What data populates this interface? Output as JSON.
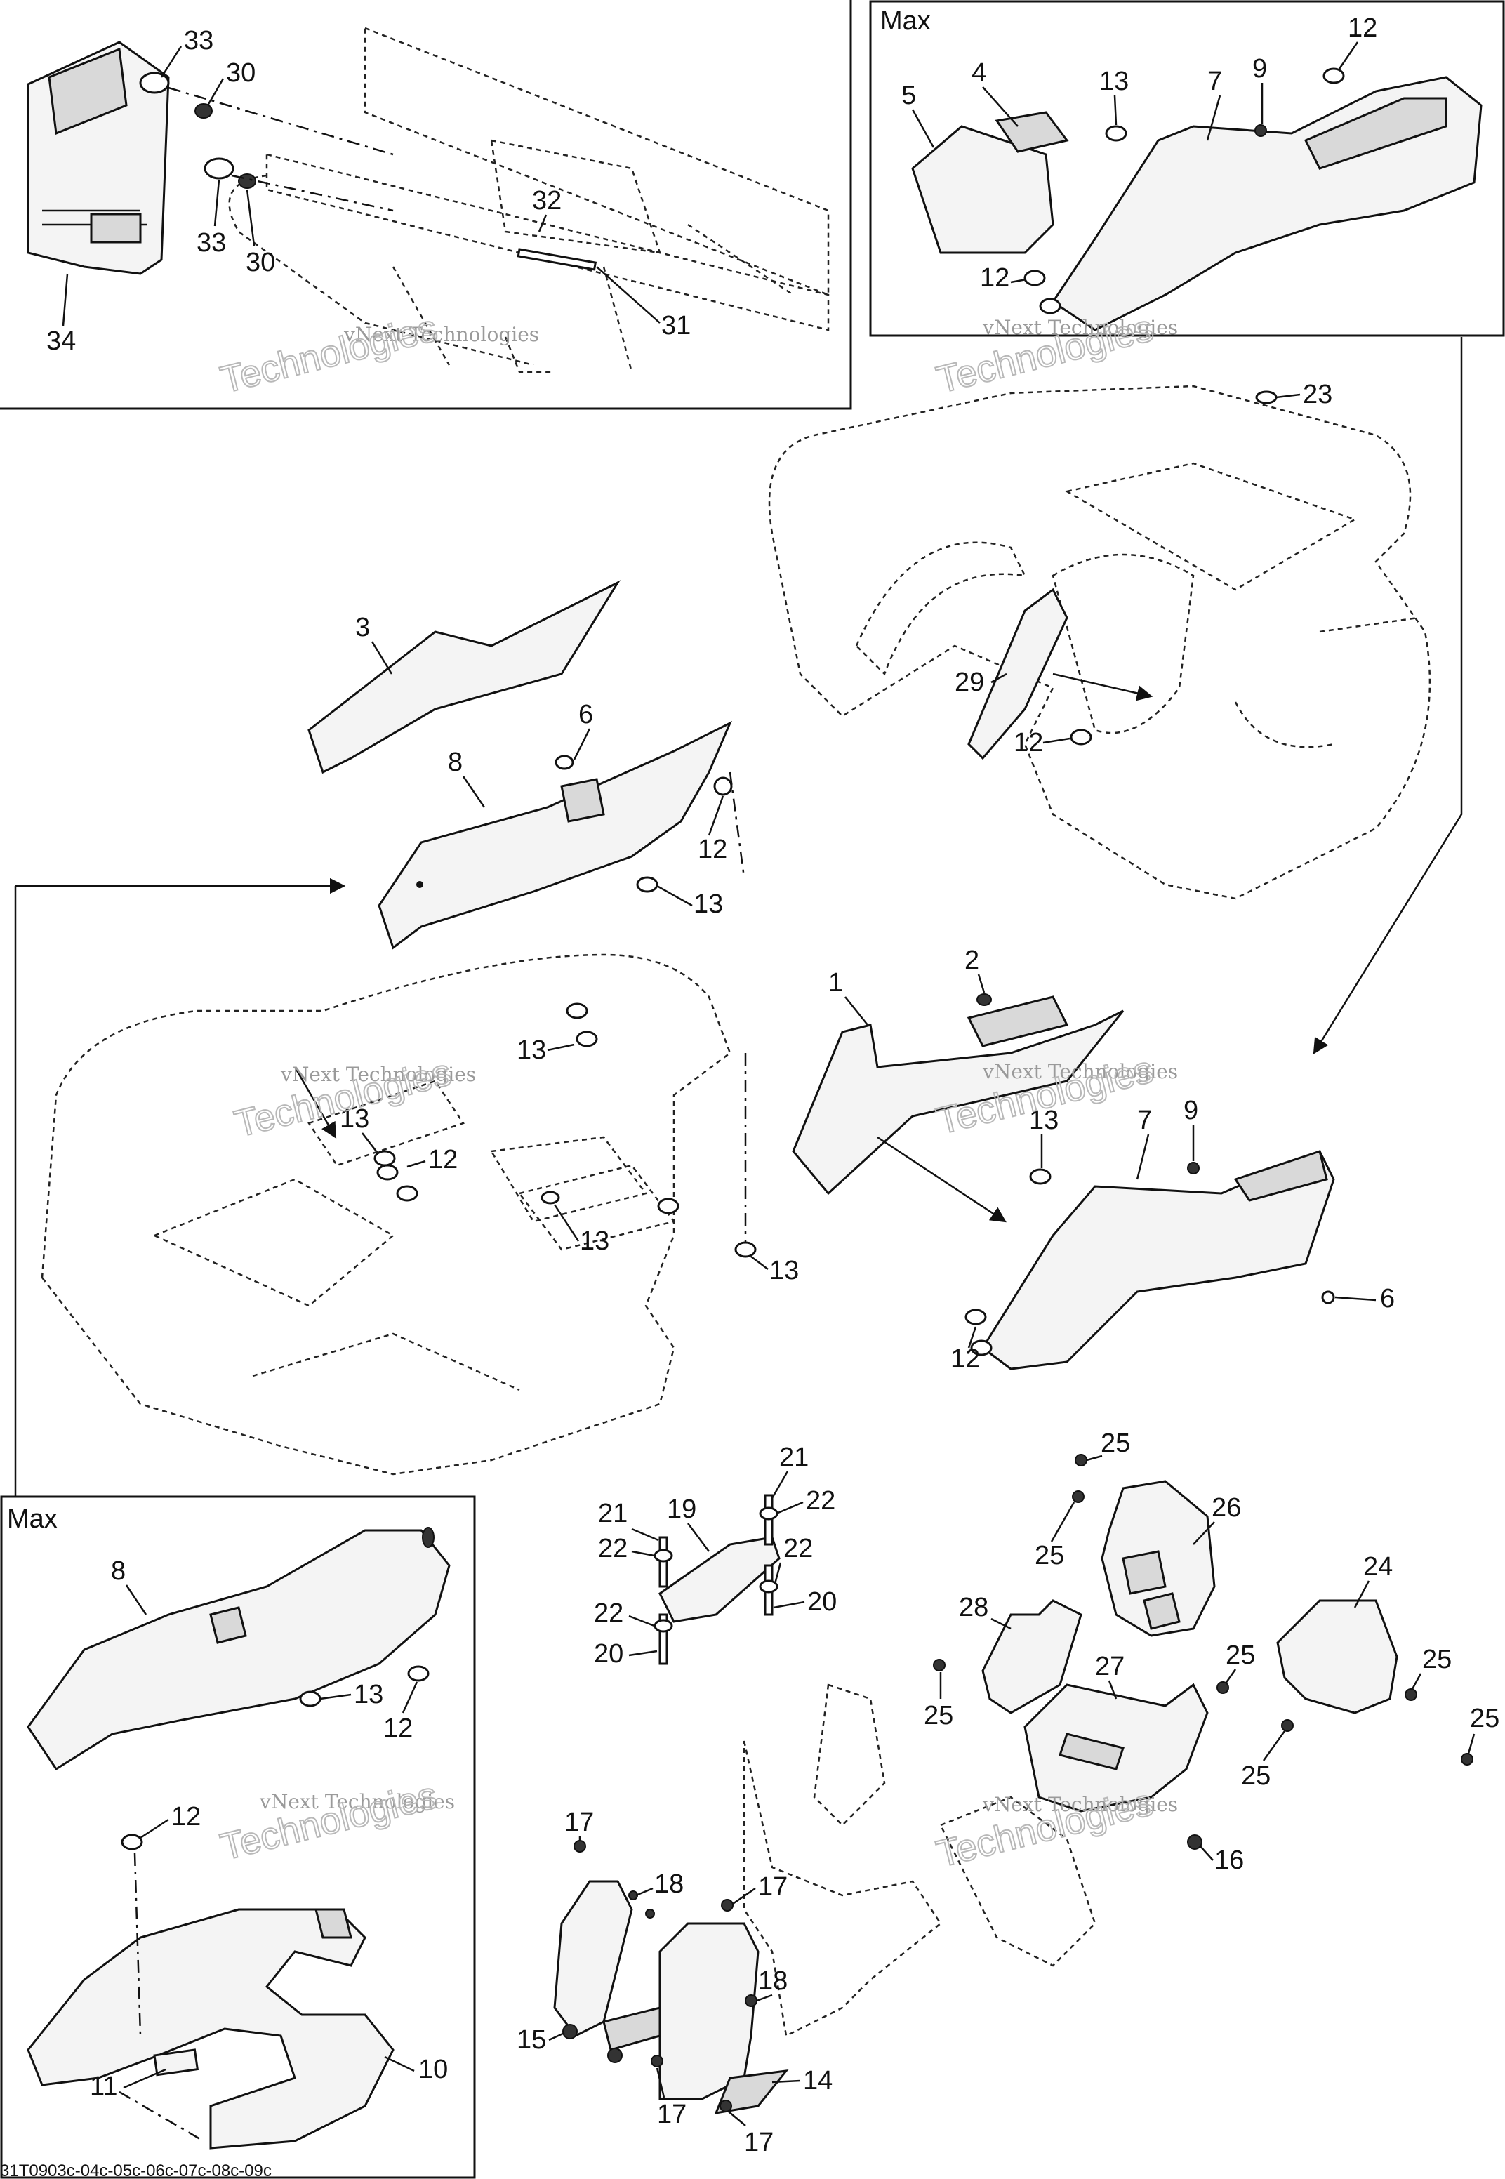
{
  "boxes": {
    "top_right_title": "Max",
    "bottom_left_title": "Max"
  },
  "watermark": {
    "line1": "vNext Technologies",
    "line2": "Technologies"
  },
  "reference_code": "31T0903c-04c-05c-06c-07c-08c-09c",
  "callouts": {
    "c33a": "33",
    "c30a": "30",
    "c33b": "33",
    "c30b": "30",
    "c32": "32",
    "c31": "31",
    "c34": "34",
    "m_c5": "5",
    "m_c4": "4",
    "m_c13": "13",
    "m_c7": "7",
    "m_c9": "9",
    "m_c12a": "12",
    "m_c12b": "12",
    "c23": "23",
    "c29": "29",
    "c12_r": "12",
    "c3": "3",
    "c6_l": "6",
    "c8": "8",
    "c12_l": "12",
    "c13_l": "13",
    "c13_f1": "13",
    "c13_f2": "13",
    "c12_f": "12",
    "c13_f3": "13",
    "c13_f4": "13",
    "c1": "1",
    "c2": "2",
    "c13_r": "13",
    "c7_r": "7",
    "c9_r": "9",
    "c6_r": "6",
    "c12_r2": "12",
    "mb_c8": "8",
    "mb_c13": "13",
    "mb_c12": "12",
    "mb_c12b": "12",
    "mb_c10": "10",
    "mb_c11": "11",
    "c21a": "21",
    "c19": "19",
    "c21b": "21",
    "c22a": "22",
    "c22b": "22",
    "c22c": "22",
    "c20a": "20",
    "c22d": "22",
    "c20b": "20",
    "c25a": "25",
    "c26": "26",
    "c25b": "25",
    "c24": "24",
    "c28": "28",
    "c25c": "25",
    "c27": "27",
    "c25d": "25",
    "c25e": "25",
    "c25f": "25",
    "c25g": "25",
    "c16": "16",
    "c17a": "17",
    "c18a": "18",
    "c17b": "17",
    "c18b": "18",
    "c15": "15",
    "c14": "14",
    "c17c": "17",
    "c17d": "17"
  }
}
